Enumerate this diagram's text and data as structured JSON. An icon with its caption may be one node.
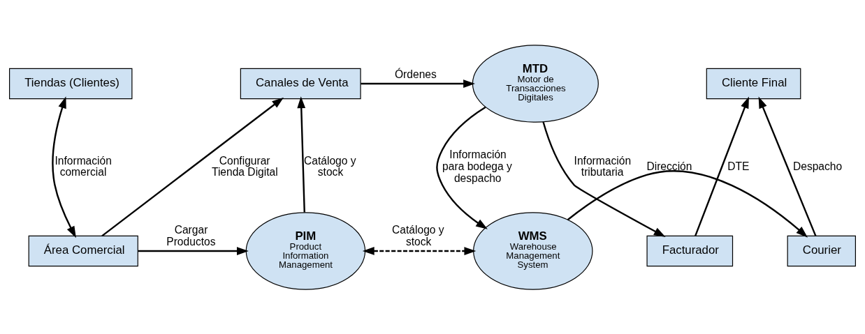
{
  "diagram": {
    "nodes": [
      {
        "text": [
          "Tiendas (Clientes)"
        ]
      },
      {
        "text": [
          "Área Comercial"
        ]
      },
      {
        "text": [
          "Canales de Venta"
        ]
      },
      {
        "text": [
          "PIM",
          "Product Information Management"
        ]
      },
      {
        "text": [
          "MTD",
          "Motor de Transacciones Digitales"
        ]
      },
      {
        "text": [
          "Facturador"
        ]
      },
      {
        "text": [
          "Cliente Final"
        ]
      },
      {
        "text": [
          "WMS",
          "Warehouse Management System"
        ]
      },
      {
        "text": [
          "Courier"
        ]
      }
    ],
    "edges": [
      {
        "from": 0,
        "to": 1,
        "arrow": "both",
        "label": "Información comercial"
      },
      {
        "from": 1,
        "to": 2,
        "arrow": "to",
        "label": "Configurar Tienda Digital"
      },
      {
        "from": 1,
        "to": 3,
        "arrow": "to",
        "label": "Cargar Productos"
      },
      {
        "from": 3,
        "to": 2,
        "arrow": "to",
        "label": "Catálogo y stock"
      },
      {
        "from": 2,
        "to": 4,
        "arrow": "to",
        "label": "Órdenes"
      },
      {
        "from": 4,
        "to": 5,
        "arrow": "to",
        "label": "Información tributaria"
      },
      {
        "from": 5,
        "to": 6,
        "arrow": "to",
        "label": "DTE"
      },
      {
        "from": 4,
        "to": 7,
        "arrow": "to",
        "label": "Información para bodega y despacho"
      },
      {
        "from": 3,
        "to": 7,
        "arrow": "both",
        "style": "dashed",
        "label": "Catálogo y stock"
      },
      {
        "from": 7,
        "to": 8,
        "arrow": "to",
        "label": "Dirección"
      },
      {
        "from": 8,
        "to": 6,
        "arrow": "to",
        "label": "Despacho"
      }
    ]
  }
}
